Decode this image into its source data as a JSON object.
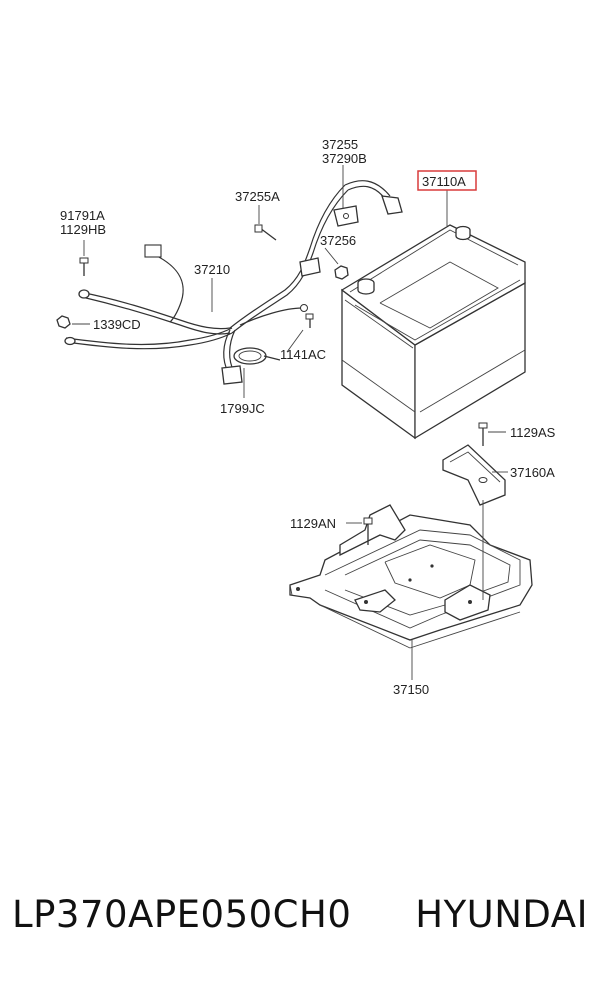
{
  "diagram": {
    "labels": {
      "p37255": "37255",
      "p37290B": "37290B",
      "p37110A": "37110A",
      "p37255A": "37255A",
      "p91791A": "91791A",
      "p1129HB": "1129HB",
      "p37256": "37256",
      "p37210": "37210",
      "p1339CD": "1339CD",
      "p1141AC": "1141AC",
      "p1799JC": "1799JC",
      "p1129AS": "1129AS",
      "p37160A": "37160A",
      "p1129AN": "1129AN",
      "p37150": "37150"
    },
    "highlight_color": "#d93b3b"
  },
  "footer": {
    "code": "LP370APE050CH0",
    "brand": "HYUNDAI"
  }
}
